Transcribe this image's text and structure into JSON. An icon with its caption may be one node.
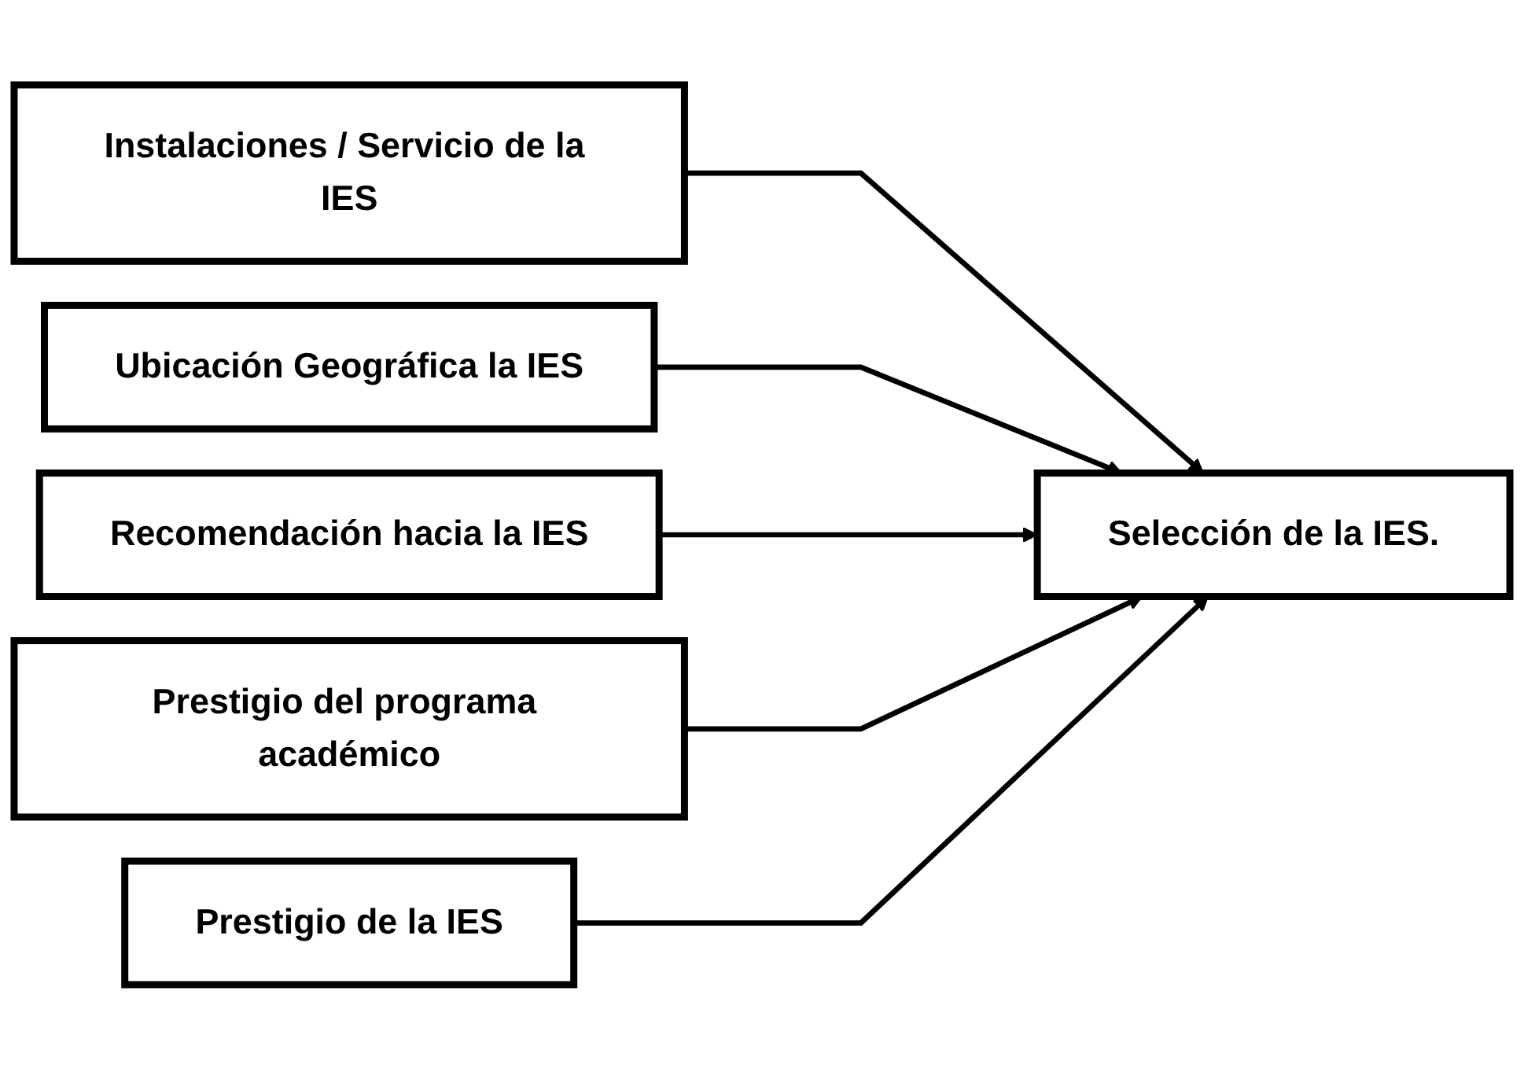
{
  "diagram": {
    "nodes": [
      {
        "text": [
          "Instalaciones / Servicio de la IES"
        ]
      },
      {
        "text": [
          "Ubicación Geográfica la IES"
        ]
      },
      {
        "text": [
          "Recomendación hacia la IES"
        ]
      },
      {
        "text": [
          "Prestigio del programa académico"
        ]
      },
      {
        "text": [
          "Prestigio de la IES"
        ]
      },
      {
        "text": [
          "Selección de la IES."
        ]
      }
    ],
    "edges": [
      {
        "from": 0,
        "to": 5,
        "arrow": "to"
      },
      {
        "from": 1,
        "to": 5,
        "arrow": "to"
      },
      {
        "from": 2,
        "to": 5,
        "arrow": "to"
      },
      {
        "from": 3,
        "to": 5,
        "arrow": "to"
      },
      {
        "from": 4,
        "to": 5,
        "arrow": "to"
      }
    ]
  }
}
